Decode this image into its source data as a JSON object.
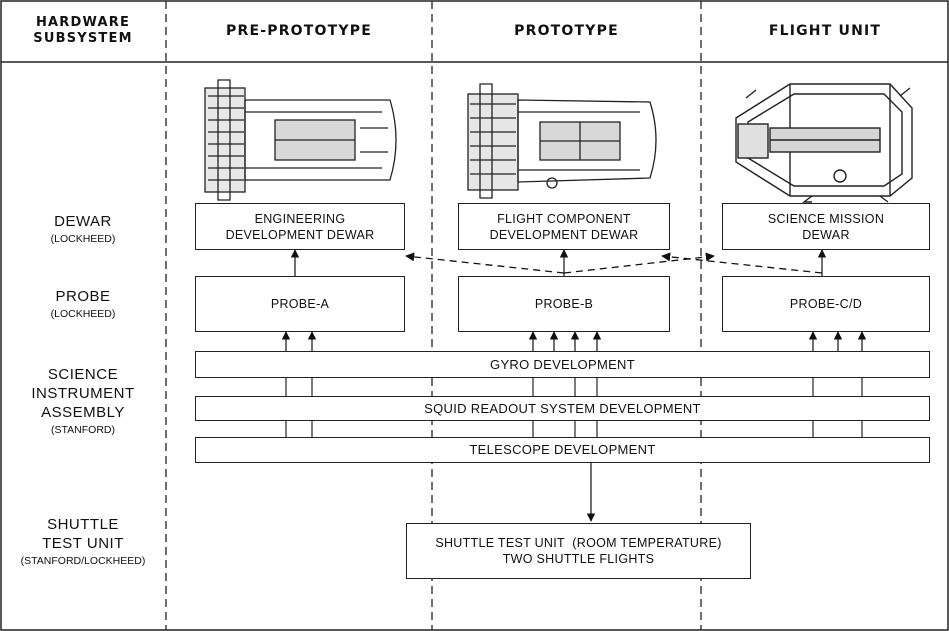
{
  "headers": {
    "subsystem_line1": "HARDWARE",
    "subsystem_line2": "SUBSYSTEM",
    "col1": "PRE-PROTOTYPE",
    "col2": "PROTOTYPE",
    "col3": "FLIGHT UNIT"
  },
  "rows": {
    "dewar": {
      "name": "DEWAR",
      "org": "(LOCKHEED)"
    },
    "probe": {
      "name": "PROBE",
      "org": "(LOCKHEED)"
    },
    "sia": {
      "line1": "SCIENCE",
      "line2": "INSTRUMENT",
      "line3": "ASSEMBLY",
      "org": "(STANFORD)"
    },
    "shuttle": {
      "line1": "SHUTTLE",
      "line2": "TEST UNIT",
      "org": "(STANFORD/LOCKHEED)"
    }
  },
  "boxes": {
    "dewar_a_1": "ENGINEERING",
    "dewar_a_2": "DEVELOPMENT DEWAR",
    "dewar_b_1": "FLIGHT COMPONENT",
    "dewar_b_2": "DEVELOPMENT DEWAR",
    "dewar_c_1": "SCIENCE MISSION",
    "dewar_c_2": "DEWAR",
    "probe_a": "PROBE-A",
    "probe_b": "PROBE-B",
    "probe_c": "PROBE-C/D",
    "gyro": "GYRO DEVELOPMENT",
    "squid": "SQUID READOUT SYSTEM DEVELOPMENT",
    "telescope": "TELESCOPE DEVELOPMENT",
    "shuttle_1": "SHUTTLE TEST UNIT  (ROOM TEMPERATURE)",
    "shuttle_2": "TWO SHUTTLE FLIGHTS"
  }
}
